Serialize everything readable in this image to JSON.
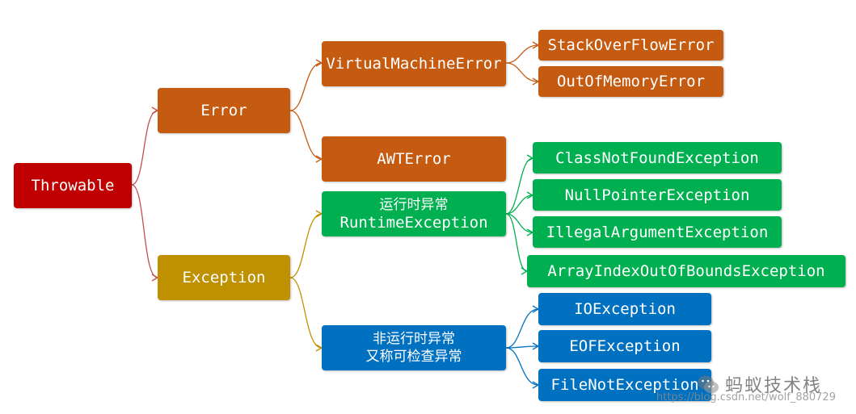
{
  "diagram": {
    "root": {
      "label": "Throwable"
    },
    "error": {
      "label": "Error",
      "children": {
        "vm_error": {
          "label": "VirtualMachineError"
        },
        "awt_error": {
          "label": "AWTError"
        },
        "stack_overflow": {
          "label": "StackOverFlowError"
        },
        "out_of_memory": {
          "label": "OutOfMemoryError"
        }
      }
    },
    "exception": {
      "label": "Exception",
      "runtime": {
        "label_zh": "运行时异常",
        "label_en": "RuntimeException",
        "children": [
          "ClassNotFoundException",
          "NullPointerException",
          "IllegalArgumentException",
          "ArrayIndexOutOfBoundsException"
        ]
      },
      "checked": {
        "label_zh_1": "非运行时异常",
        "label_zh_2": "又称可检查异常",
        "children": [
          "IOException",
          "EOFException",
          "FileNotException"
        ]
      }
    },
    "colors": {
      "root": "#c00000",
      "error_branch": "#c55a11",
      "exception": "#bf9000",
      "runtime": "#00b050",
      "checked": "#0070c0"
    }
  },
  "watermark": {
    "name": "蚂蚁技术栈",
    "url": "https://blog.csdn.net/wolf_880729"
  }
}
